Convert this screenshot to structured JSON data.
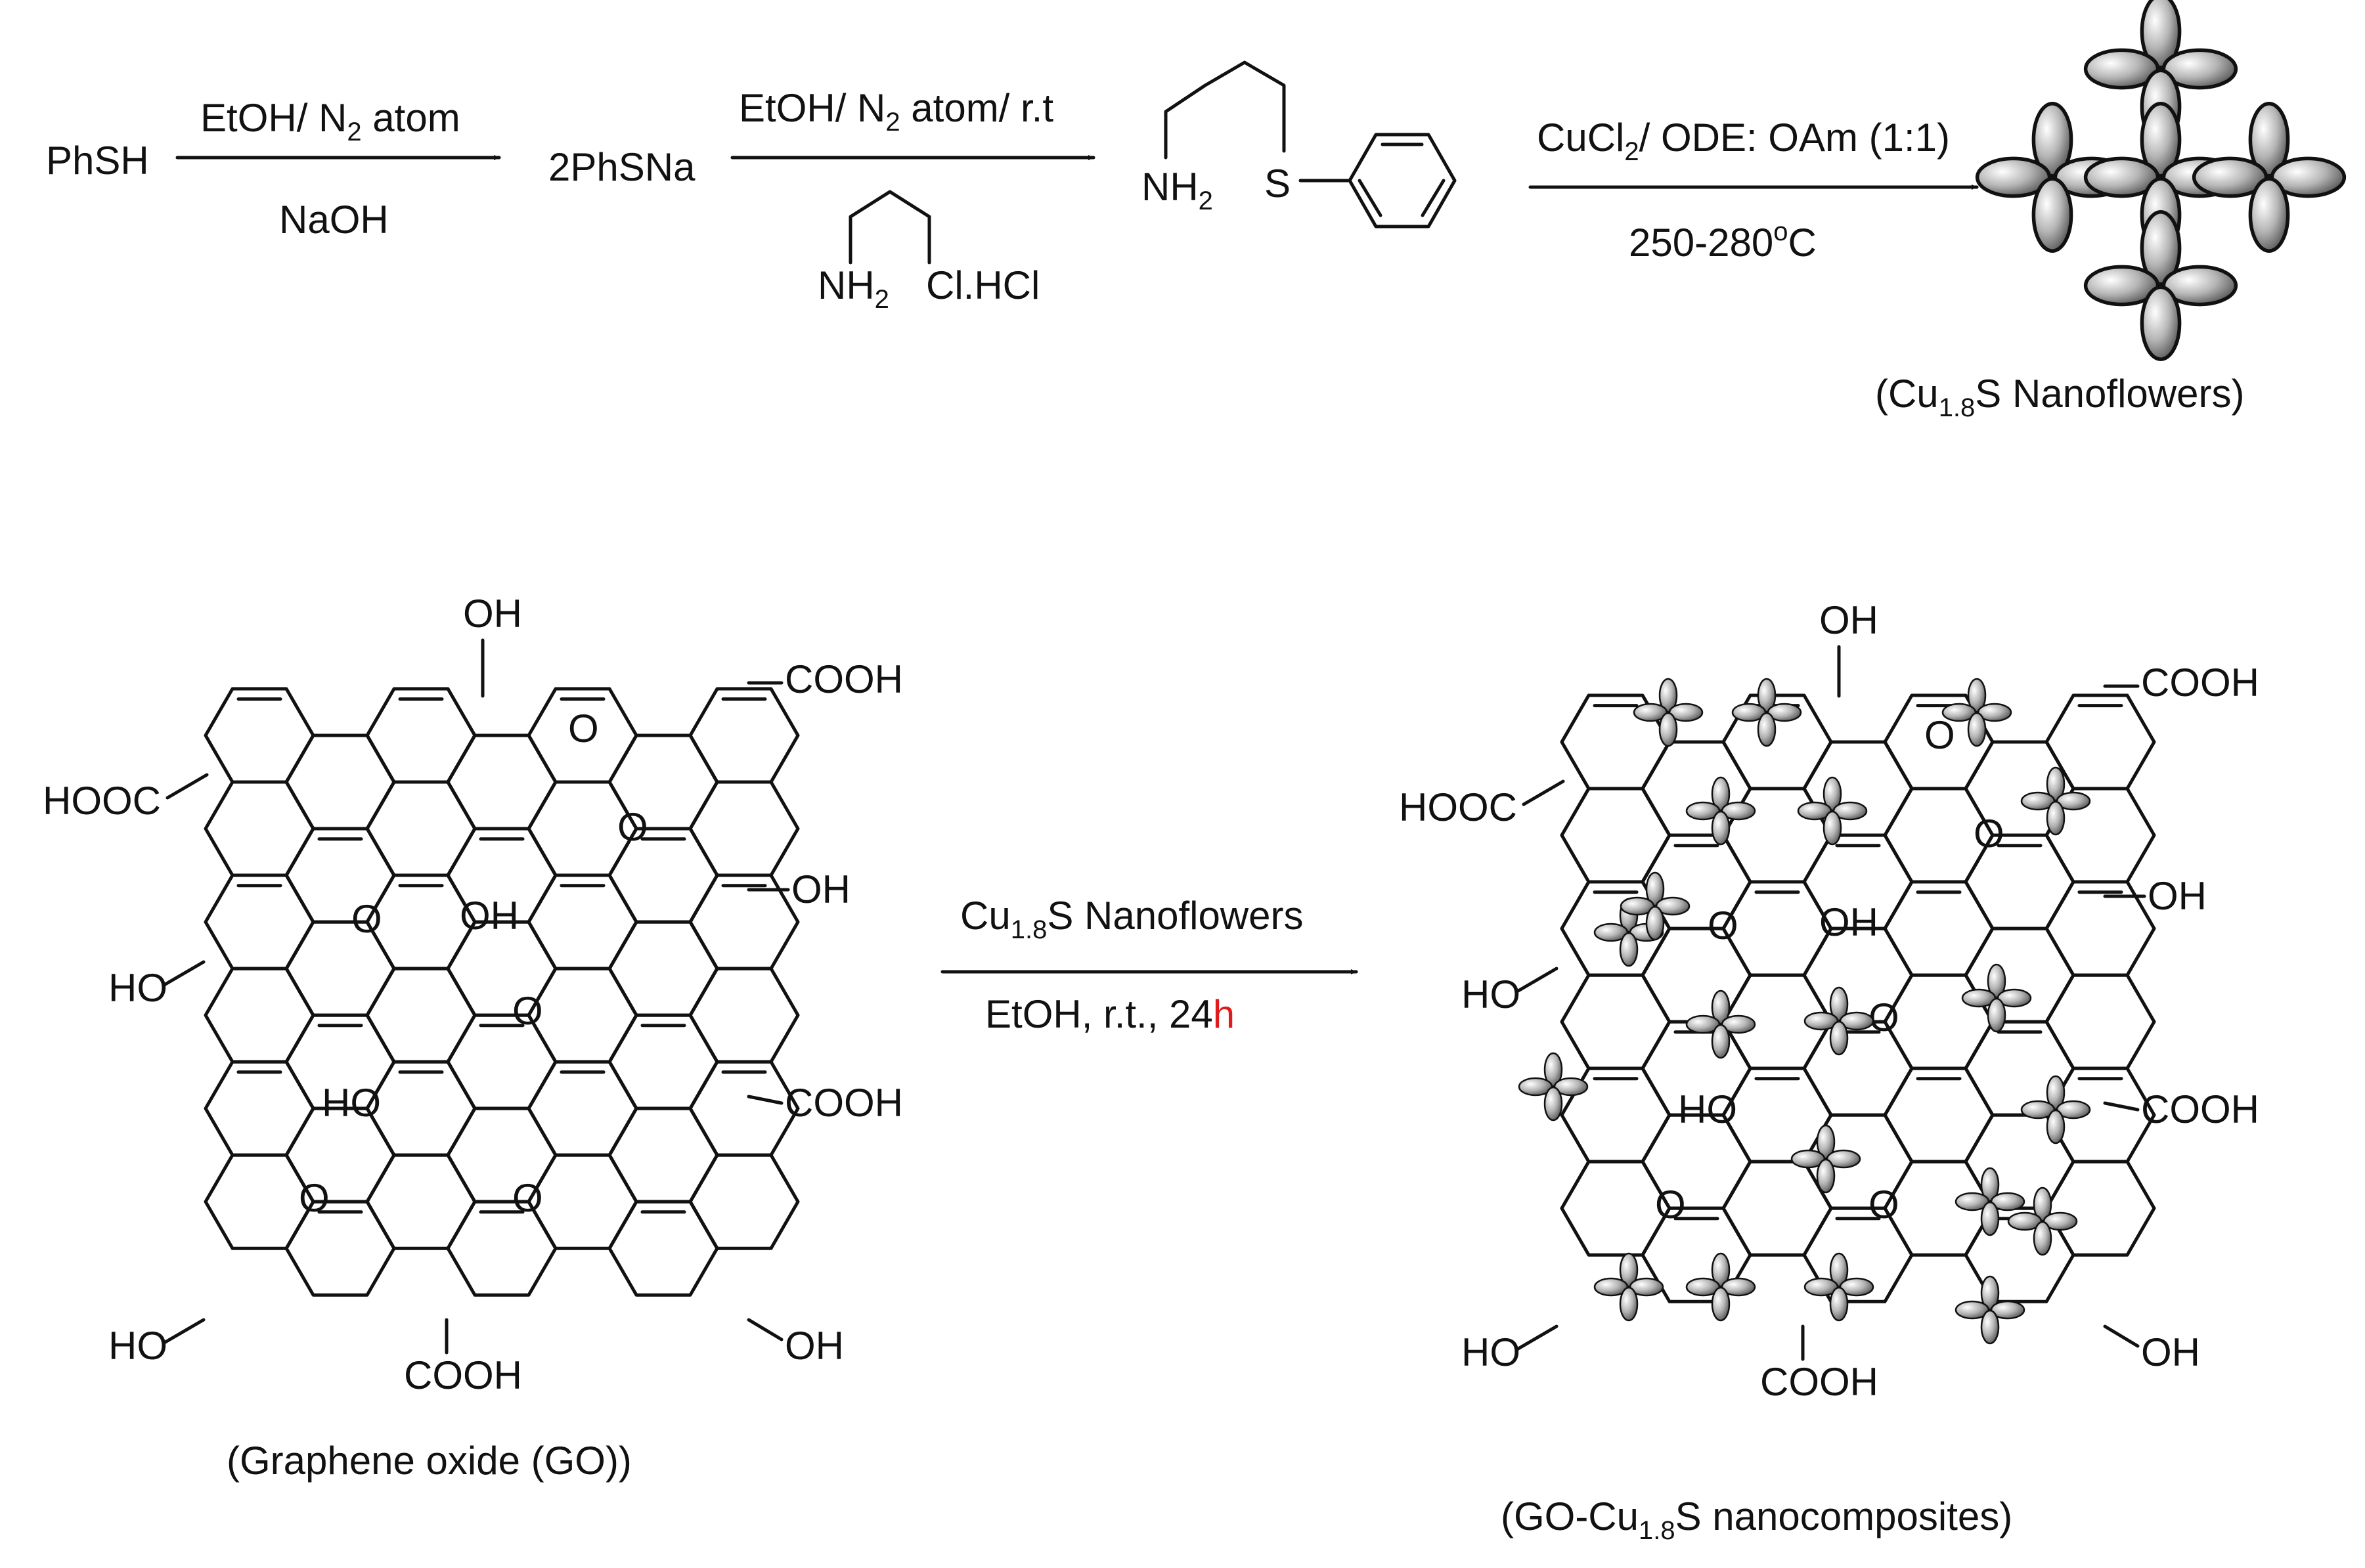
{
  "top_scheme": {
    "reactant": "PhSH",
    "arrow1": {
      "above_main": "EtOH/ N",
      "above_sub": "2",
      "above_tail": " atom",
      "below": "NaOH"
    },
    "intermediate": "2PhSNa",
    "arrow2": {
      "above_main": "EtOH/ N",
      "above_sub": "2",
      "above_tail": " atom/ r.t",
      "reagent_left": "NH",
      "reagent_left_sub": "2",
      "reagent_right": "Cl.HCl"
    },
    "product_amine": {
      "nh_main": "NH",
      "nh_sub": "2",
      "s_atom": "S"
    },
    "arrow3": {
      "above_main": "CuCl",
      "above_sub": "2",
      "above_tail": "/ ODE: OAm (1:1)",
      "below_main": "250-280",
      "below_sup": "o",
      "below_tail": "C"
    },
    "product_caption": {
      "pre": "(Cu",
      "sub": "1.8",
      "post": "S Nanoflowers)"
    }
  },
  "bottom_scheme": {
    "go_caption": "(Graphene oxide (GO))",
    "arrow": {
      "above_pre": "Cu",
      "above_sub": "1.8",
      "above_post": "S Nanoflowers",
      "below_main": "EtOH, r.t., 24",
      "below_highlight": "h"
    },
    "composite_caption": {
      "pre": "(GO-Cu",
      "sub": "1.8",
      "post": "S nanocomposites)"
    }
  },
  "groups": {
    "oh": "OH",
    "ho": "HO",
    "cooh": "COOH",
    "hooc": "HOOC",
    "o": "O"
  },
  "colors": {
    "highlight": "#e01b1b",
    "lobe": "#9a9a9a"
  }
}
